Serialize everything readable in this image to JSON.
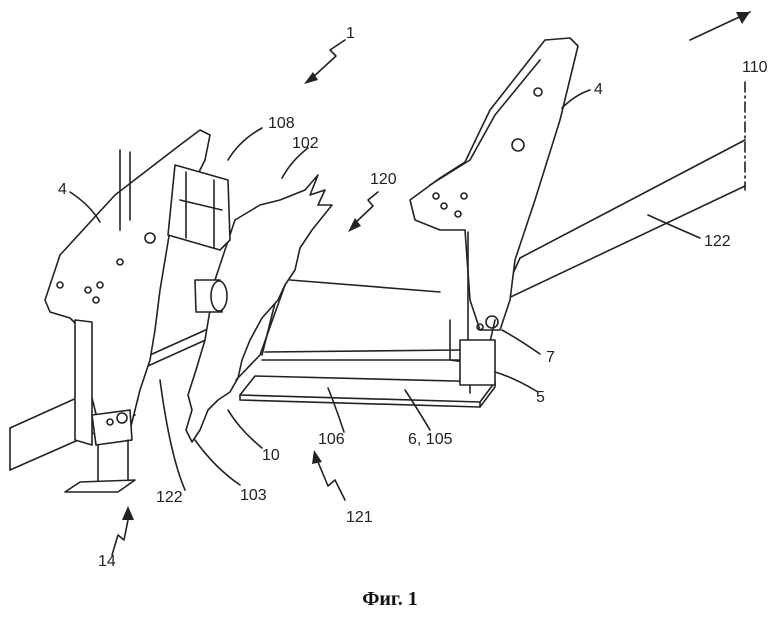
{
  "figure": {
    "caption": "Фиг. 1",
    "labels": {
      "l1": "1",
      "l110": "110",
      "l4_right": "4",
      "l4_left": "4",
      "l108": "108",
      "l102": "102",
      "l120": "120",
      "l122_right": "122",
      "l7": "7",
      "l5": "5",
      "l6_105": "6, 105",
      "l106": "106",
      "l10": "10",
      "l103": "103",
      "l121": "121",
      "l122_left": "122",
      "l14": "14"
    }
  }
}
